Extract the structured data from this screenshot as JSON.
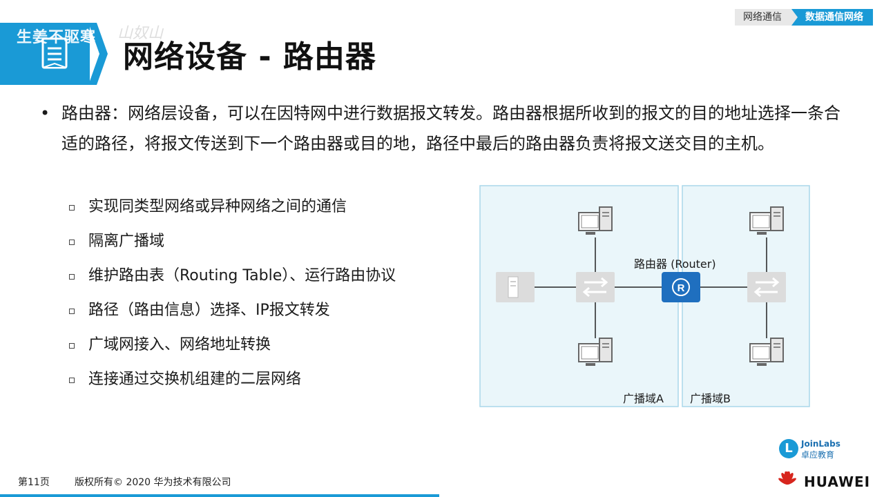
{
  "header": {
    "title": "网络设备 - 路由器",
    "watermark": "生姜不驱寒",
    "watermark2": "山奴山",
    "breadcrumb": [
      "网络通信",
      "数据通信网络"
    ]
  },
  "content": {
    "main_bullet": "路由器：网络层设备，可以在因特网中进行数据报文转发。路由器根据所收到的报文的目的地址选择一条合适的路径，将报文传送到下一个路由器或目的地，路径中最后的路由器负责将报文送交目的主机。",
    "sub_bullets": [
      "实现同类型网络或异种网络之间的通信",
      "隔离广播域",
      "维护路由表（Routing Table）、运行路由协议",
      "路径（路由信息）选择、IP报文转发",
      "广域网接入、网络地址转换",
      "连接通过交换机组建的二层网络"
    ]
  },
  "diagram": {
    "router_label": "路由器 (Router)",
    "domain_a": "广播域A",
    "domain_b": "广播域B",
    "router_icon_letter": "R",
    "domain_fill": "#eaf6fa",
    "domain_border": "#a9d7ea",
    "router_color": "#1f6fbf"
  },
  "footer": {
    "page": "第11页",
    "copyright": "版权所有© 2020 华为技术有限公司",
    "brand": "HUAWEI",
    "partner_name": "JoinLabs",
    "partner_sub": "卓应教育",
    "partner_letter": "L"
  },
  "colors": {
    "accent": "#1a9ad6",
    "huawei_red": "#d7261e"
  }
}
